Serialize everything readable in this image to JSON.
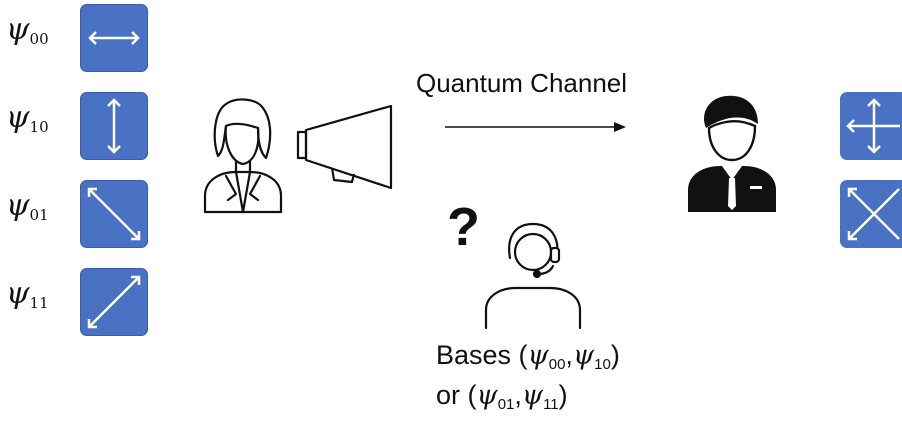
{
  "basis_states": [
    {
      "symbol": "ψ",
      "subscript": "00",
      "polarization": "horizontal"
    },
    {
      "symbol": "ψ",
      "subscript": "10",
      "polarization": "vertical"
    },
    {
      "symbol": "ψ",
      "subscript": "01",
      "polarization": "diagonal-down"
    },
    {
      "symbol": "ψ",
      "subscript": "11",
      "polarization": "diagonal-up"
    }
  ],
  "channel": {
    "label": "Quantum Channel"
  },
  "eavesdropper": {
    "question_mark": "?",
    "bases_prefix": "Bases (",
    "b1_symbol": "ψ",
    "b1_sub": "00",
    "separator": ",",
    "b2_symbol": "ψ",
    "b2_sub": "10",
    "bases_suffix": ")",
    "or_prefix": "or (",
    "b3_symbol": "ψ",
    "b3_sub": "01",
    "b4_symbol": "ψ",
    "b4_sub": "11",
    "or_suffix": ")"
  },
  "receiver_bases": [
    "rectilinear",
    "diagonal"
  ],
  "colors": {
    "tile_blue": "#4a72c4",
    "arrow_white": "#ffffff",
    "ink": "#111111"
  }
}
